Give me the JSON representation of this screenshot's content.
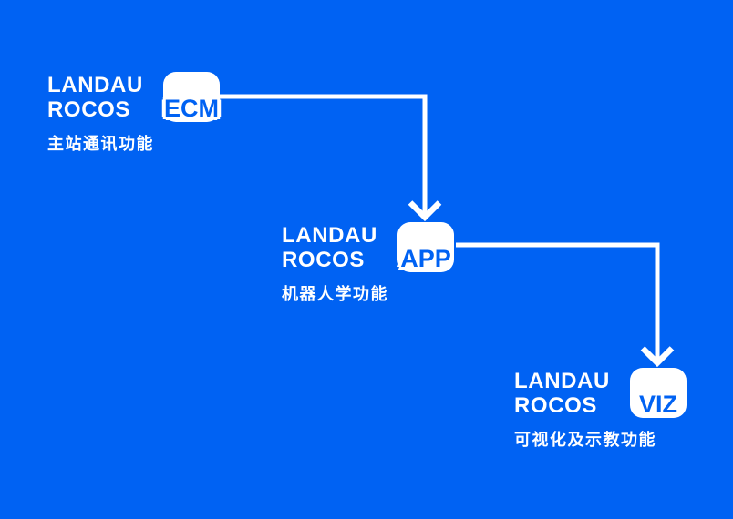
{
  "page": {
    "background_color": "#0062f3",
    "arrow_color": "#ffffff",
    "badge_bg_color": "#ffffff",
    "badge_text_color": "#0062f3",
    "text_color": "#ffffff"
  },
  "nodes": [
    {
      "brand_line1": "LANDAU",
      "brand_line2": "ROCOS",
      "badge_label": "ECM",
      "caption": "主站通讯功能"
    },
    {
      "brand_line1": "LANDAU",
      "brand_line2": "ROCOS",
      "badge_label": "APP",
      "caption": "机器人学功能"
    },
    {
      "brand_line1": "LANDAU",
      "brand_line2": "ROCOS",
      "badge_label": "VIZ",
      "caption": "可视化及示教功能"
    }
  ],
  "connections": [
    {
      "from": "ECM",
      "to": "APP"
    },
    {
      "from": "APP",
      "to": "VIZ"
    }
  ]
}
